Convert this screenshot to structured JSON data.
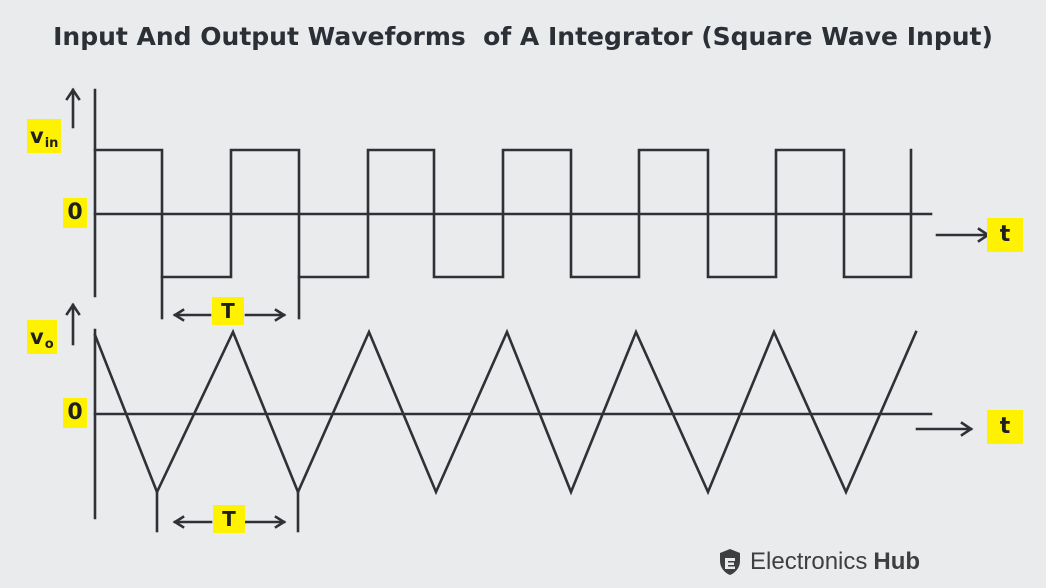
{
  "title": "Input And Output Waveforms  of A Integrator (Square Wave Input)",
  "input": {
    "label_main": "v",
    "label_sub": "in",
    "zero_label": "0",
    "time_label": "t",
    "period_label": "T",
    "waveform": "square"
  },
  "output": {
    "label_main": "v",
    "label_sub": "o",
    "zero_label": "0",
    "time_label": "t",
    "period_label": "T",
    "waveform": "triangle"
  },
  "brand": {
    "name_regular": "Electronics",
    "name_bold": "Hub",
    "icon": "electronics-hub-shield-icon"
  },
  "colors": {
    "background": "#e9ebed",
    "line": "#2f3136",
    "label_highlight": "#fff200"
  }
}
